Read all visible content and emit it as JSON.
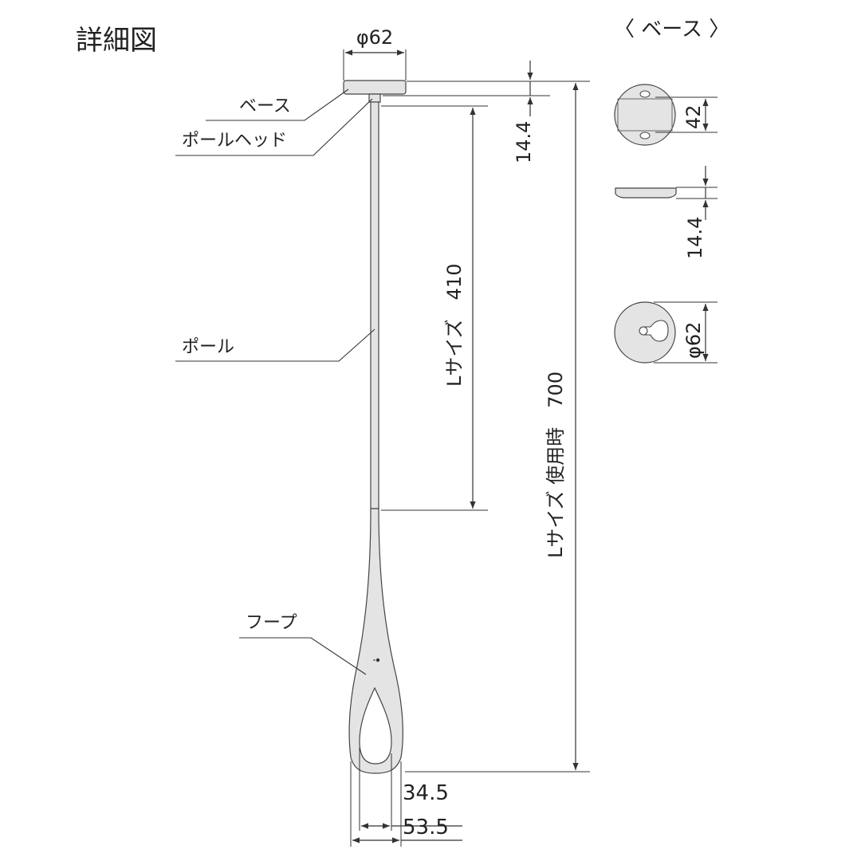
{
  "title": "詳細図",
  "base_view_title": "〈 ベース 〉",
  "labels": {
    "base": "ベース",
    "pole_head": "ポールヘッド",
    "pole": "ポール",
    "hoop": "フープ"
  },
  "dimensions": {
    "base_diameter_top": "φ62",
    "head_offset": "14.4",
    "l_size_410": "Lサイズ　410",
    "l_size_700": "Lサイズ 使用時　700",
    "hoop_inner": "34.5",
    "hoop_outer": "53.5",
    "side_42": "42",
    "side_14_4": "14.4",
    "side_62": "φ62"
  },
  "colors": {
    "part_fill": "#e4e4e4",
    "outline": "#444444",
    "line": "#333333"
  }
}
